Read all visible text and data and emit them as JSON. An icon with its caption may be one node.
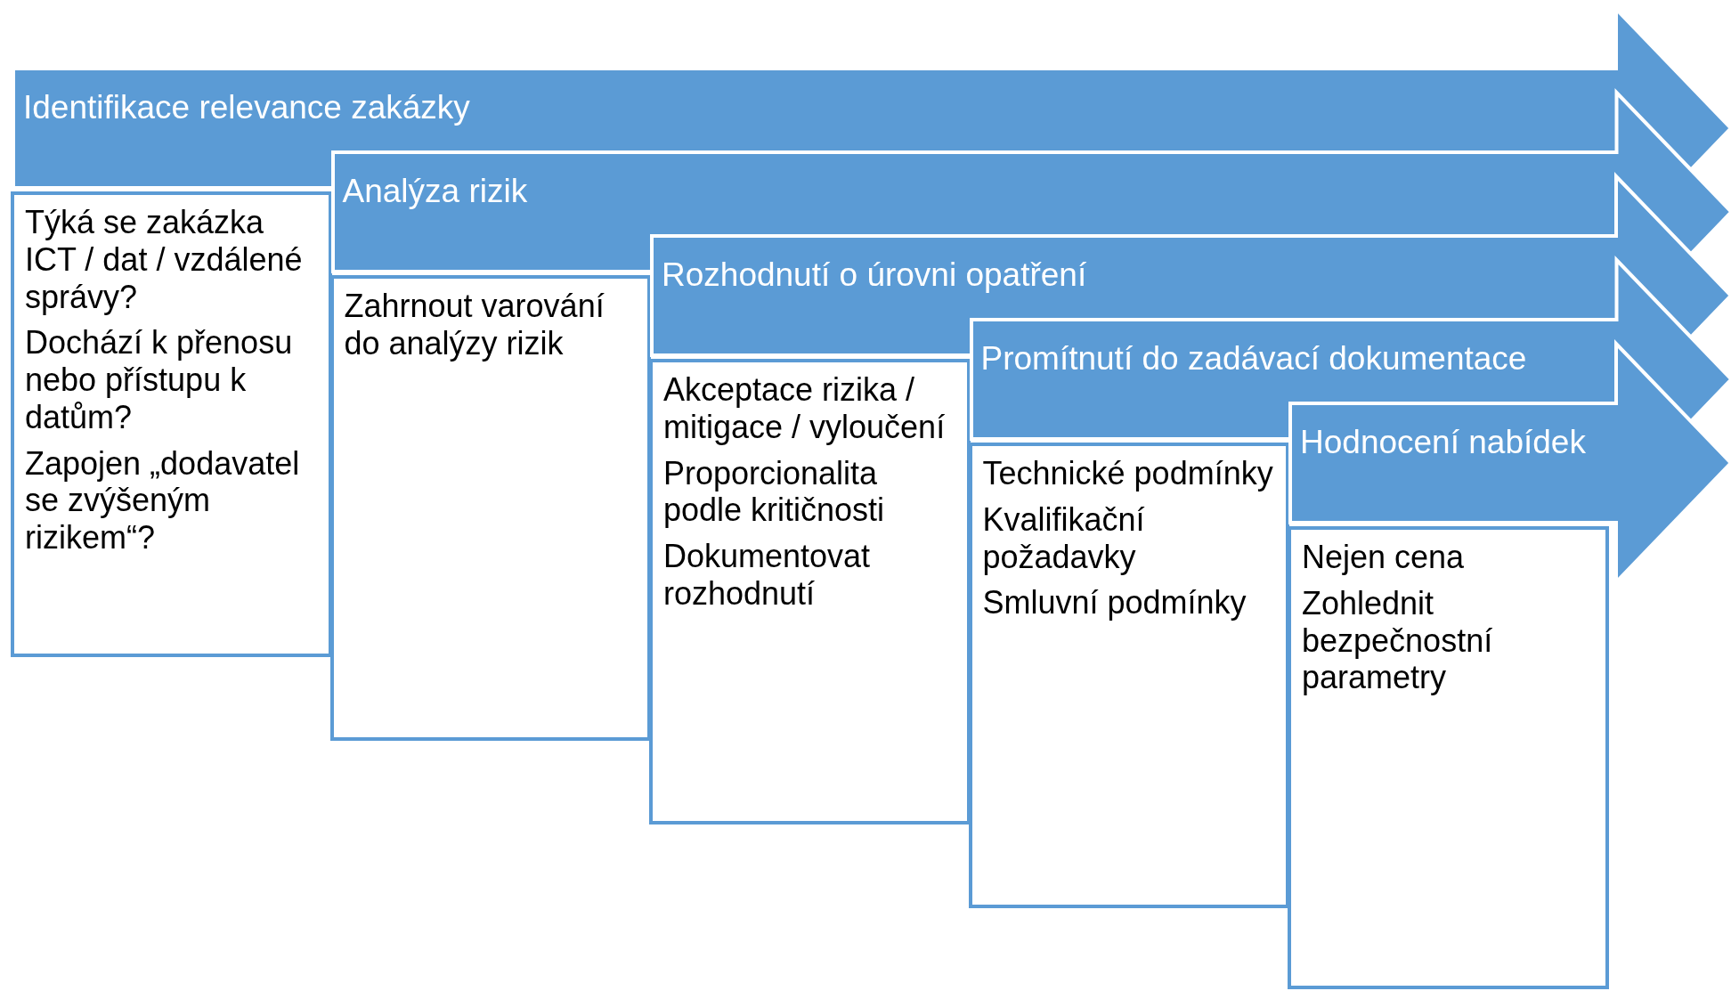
{
  "diagram": {
    "nodes": [
      {
        "text": [
          "Identifikace relevance zakázky"
        ]
      },
      {
        "text": [
          "Týká se zakázka ICT / dat / vzdálené správy?",
          "Dochází k přenosu nebo přístupu k datům?",
          "Zapojen „dodavatel se zvýšeným rizikem“?"
        ]
      },
      {
        "text": [
          "Analýza rizik"
        ]
      },
      {
        "text": [
          "Zahrnout varování do analýzy rizik"
        ]
      },
      {
        "text": [
          "Rozhodnutí o úrovni opatření"
        ]
      },
      {
        "text": [
          "Akceptace rizika / mitigace / vyloučení",
          "Proporcionalita podle kritičnosti",
          "Dokumentovat rozhodnutí"
        ]
      },
      {
        "text": [
          "Promítnutí do zadávací dokumentace"
        ]
      },
      {
        "text": [
          "Technické podmínky",
          "Kvalifikační požadavky",
          "Smluvní podmínky"
        ]
      },
      {
        "text": [
          "Hodnocení nabídek"
        ]
      },
      {
        "text": [
          "Nejen cena",
          "Zohlednit bezpečnostní parametry"
        ]
      }
    ]
  }
}
